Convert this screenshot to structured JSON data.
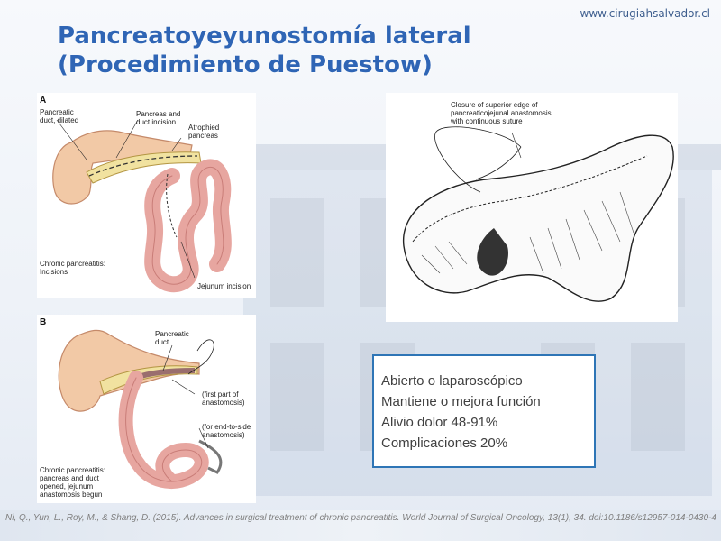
{
  "site": "www.cirugiahsalvador.cl",
  "title_line1": "Pancreatoyeyunostomía lateral",
  "title_line2": "(Procedimiento de Puestow)",
  "figure_a": {
    "letter": "A",
    "pancreatic_duct": "Pancreatic\nduct, dilated",
    "pancreas_incision": "Pancreas and\nduct incision",
    "atrophied": "Atrophied\npancreas",
    "chronic": "Chronic pancreatitis:\nIncisions",
    "jejunum": "Jejunum incision"
  },
  "figure_b": {
    "letter": "B",
    "pancreatic_duct": "Pancreatic\nduct",
    "first_part": "(first part of\nanastomosis)",
    "end_to_side": "(for end-to-side\nanastomosis)",
    "chronic": "Chronic pancreatitis:\npancreas and duct\nopened, jejunum\nanastomosis begun"
  },
  "figure_c": {
    "closure": "Closure of superior edge of\npancreaticojejunal anastomosis\nwith continuous suture"
  },
  "info": {
    "line1": "Abierto o laparoscópico",
    "line2": "Mantiene o mejora función",
    "line3": "Alivio dolor 48-91%",
    "line4": "Complicaciones 20%"
  },
  "citation": "Ni, Q., Yun, L., Roy, M., & Shang, D. (2015). Advances in surgical treatment of chronic pancreatitis. World Journal of Surgical Oncology, 13(1), 34. doi:10.1186/s12957-014-0430-4"
}
